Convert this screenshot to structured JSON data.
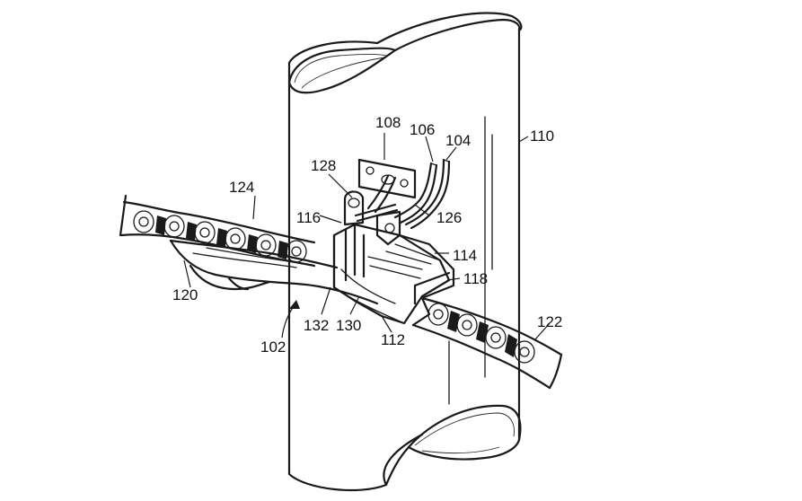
{
  "figure": {
    "reference_numerals": {
      "n102": "102",
      "n104": "104",
      "n106": "106",
      "n108": "108",
      "n110": "110",
      "n112": "112",
      "n114": "114",
      "n116": "116",
      "n118": "118",
      "n120": "120",
      "n122": "122",
      "n124": "124",
      "n126": "126",
      "n128": "128",
      "n130": "130",
      "n132": "132"
    },
    "colors": {
      "ink": "#1a1a1a",
      "background": "#ffffff"
    }
  }
}
